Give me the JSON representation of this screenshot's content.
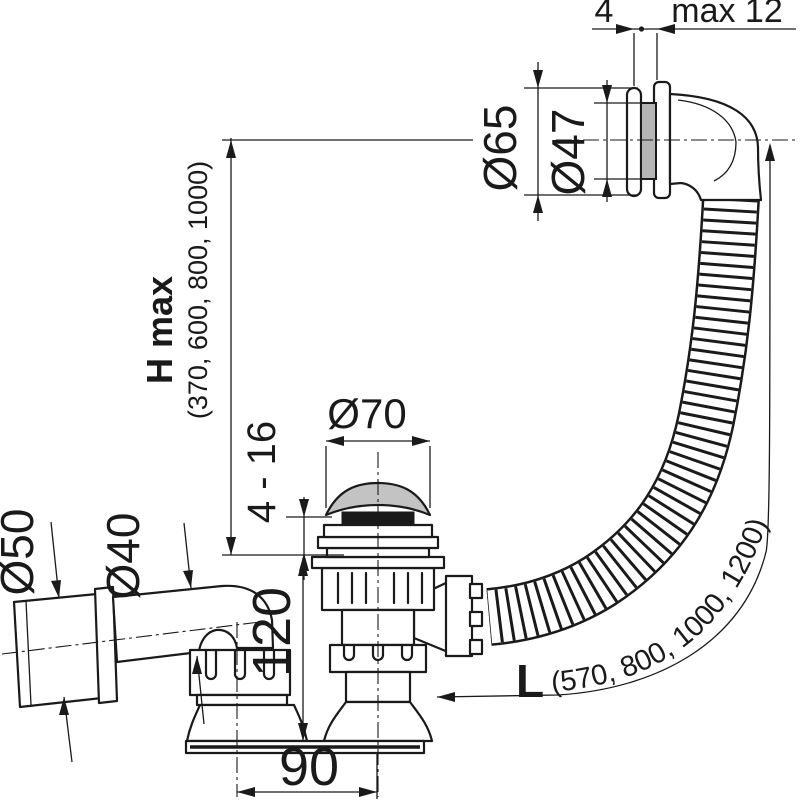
{
  "colors": {
    "line": "#1a1a1a",
    "background": "#ffffff",
    "gasket_gray": "#b5b5b5",
    "cap_gray": "#c3c3c3"
  },
  "dimensions": {
    "overflow_flange_thickness": "4",
    "overflow_wall_max": "max 12",
    "overflow_outer_dia": "Ø65",
    "overflow_opening_dia": "Ø47",
    "height_label": "H max",
    "height_options": "(370, 600, 800, 1000)",
    "plug_cap_dia": "Ø70",
    "rim_thickness_range": "4 - 16",
    "outlet_socket_dia": "Ø50",
    "outlet_pipe_dia": "Ø40",
    "trap_height": "120",
    "outlet_offset": "90",
    "hose_length_label": "L",
    "hose_length_options": "(570, 800, 1000, 1200)"
  }
}
